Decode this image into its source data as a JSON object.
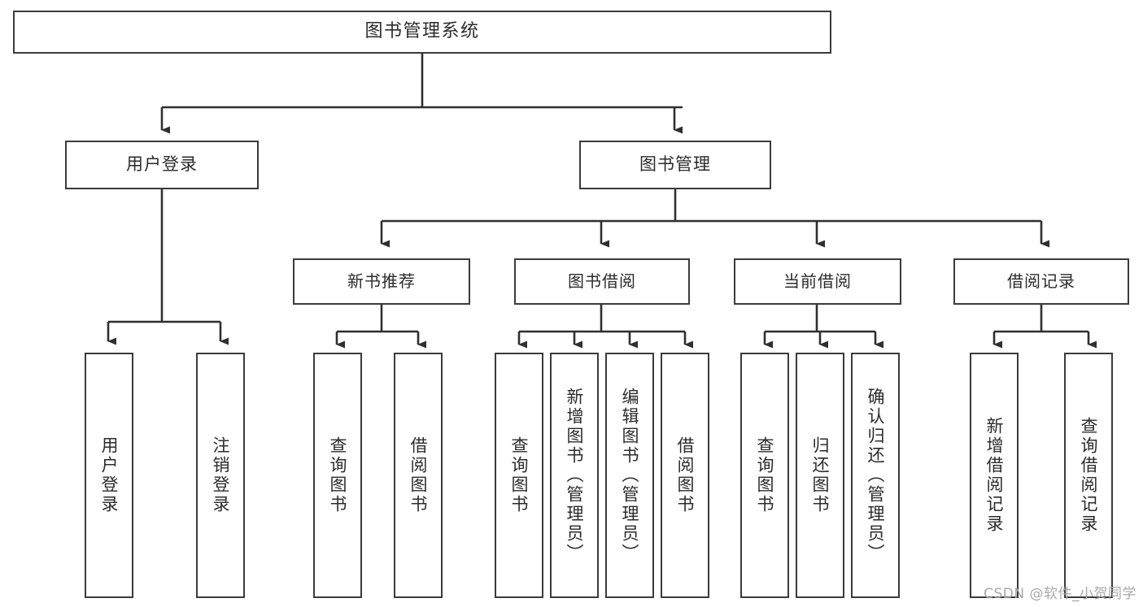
{
  "diagram": {
    "type": "tree",
    "title": "图书管理系统",
    "root": {
      "label": "图书管理系统"
    },
    "level2": [
      {
        "label": "用户登录"
      },
      {
        "label": "图书管理"
      }
    ],
    "level3": [
      {
        "label": "新书推荐"
      },
      {
        "label": "图书借阅"
      },
      {
        "label": "当前借阅"
      },
      {
        "label": "借阅记录"
      }
    ],
    "leaves": {
      "user_login": [
        {
          "label": "用户登录"
        },
        {
          "label": "注销登录"
        }
      ],
      "new_book_recommend": [
        {
          "label": "查询图书"
        },
        {
          "label": "借阅图书"
        }
      ],
      "book_borrow": [
        {
          "label": "查询图书"
        },
        {
          "label": "新增图书（管理员）"
        },
        {
          "label": "编辑图书（管理员）"
        },
        {
          "label": "借阅图书"
        }
      ],
      "current_borrow": [
        {
          "label": "查询图书"
        },
        {
          "label": "归还图书"
        },
        {
          "label": "确认归还（管理员）"
        }
      ],
      "borrow_record": [
        {
          "label": "新增借阅记录"
        },
        {
          "label": "查询借阅记录"
        }
      ]
    }
  },
  "watermark": {
    "text": "CSDN @软件_小贺同学"
  },
  "colors": {
    "border": "#3b3b3b",
    "background": "#ffffff",
    "text": "#2b2b2b",
    "watermark": "#a8a8a8"
  }
}
